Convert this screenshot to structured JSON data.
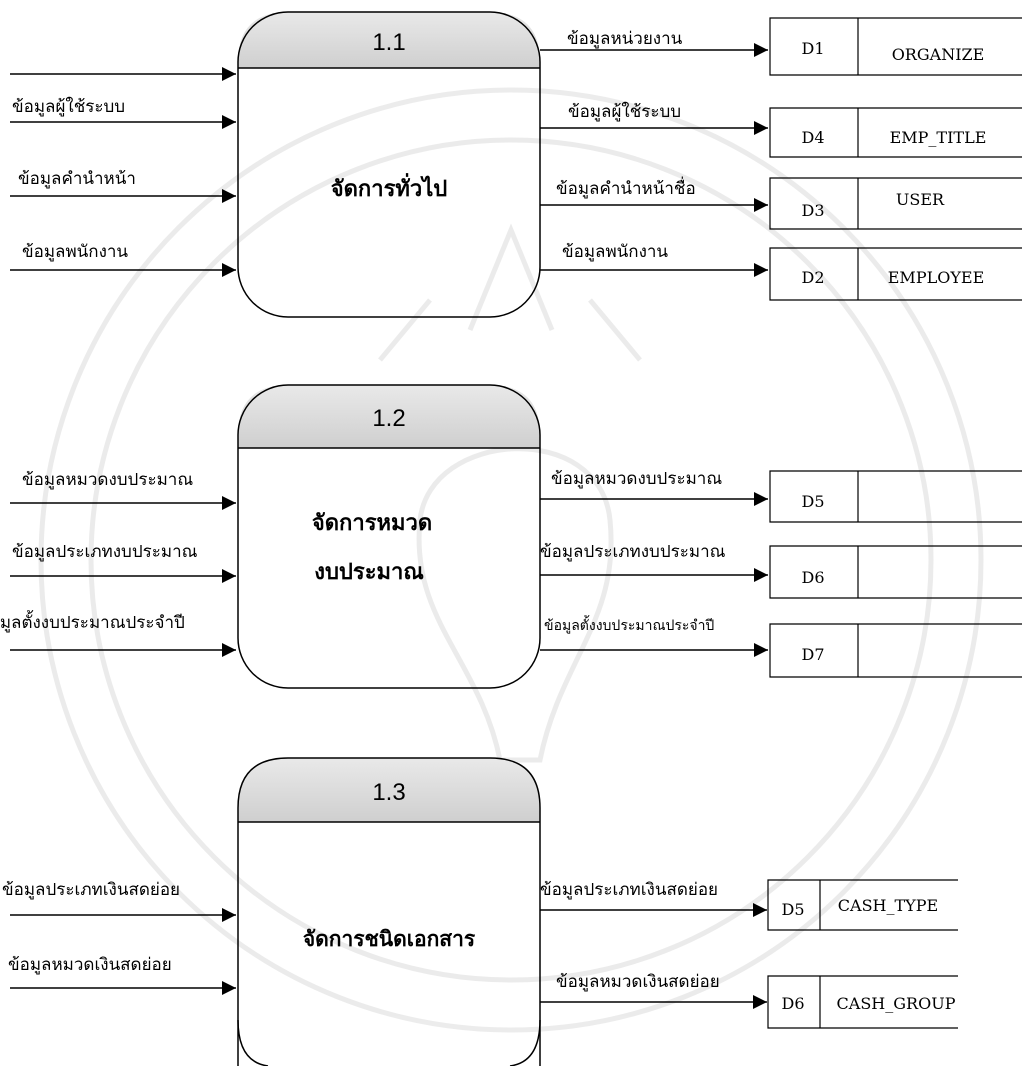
{
  "processes": [
    {
      "number": "1.1",
      "name_lines": [
        "จัดการทั่วไป"
      ],
      "inputs": [
        "",
        "ข้อมูลผู้ใช้ระบบ",
        "ข้อมูลคำนำหน้า",
        "ข้อมูลพนักงาน"
      ],
      "outputs": [
        "ข้อมูลหน่วยงาน",
        "ข้อมูลผู้ใช้ระบบ",
        "ข้อมูลคำนำหน้าชื่อ",
        "ข้อมูลพนักงาน"
      ],
      "stores": [
        {
          "id": "D1",
          "name": "ORGANIZE"
        },
        {
          "id": "D4",
          "name": "EMP_TITLE"
        },
        {
          "id": "D3",
          "name": "USER"
        },
        {
          "id": "D2",
          "name": "EMPLOYEE"
        }
      ]
    },
    {
      "number": "1.2",
      "name_lines": [
        "จัดการหมวด",
        "งบประมาณ"
      ],
      "inputs": [
        "ข้อมูลหมวดงบประมาณ",
        "ข้อมูลประเภทงบประมาณ",
        "ข้อมูลตั้งงบประมาณประจำปี"
      ],
      "outputs": [
        "ข้อมูลหมวดงบประมาณ",
        "ข้อมูลประเภทงบประมาณ",
        "ข้อมูลตั้งงบประมาณประจำปี"
      ],
      "stores": [
        {
          "id": "D5",
          "name": ""
        },
        {
          "id": "D6",
          "name": ""
        },
        {
          "id": "D7",
          "name": ""
        }
      ]
    },
    {
      "number": "1.3",
      "name_lines": [
        "จัดการชนิดเอกสาร"
      ],
      "inputs": [
        "ข้อมูลประเภทเงินสดย่อย",
        "ข้อมูลหมวดเงินสดย่อย"
      ],
      "outputs": [
        "ข้อมูลประเภทเงินสดย่อย",
        "ข้อมูลหมวดเงินสดย่อย"
      ],
      "stores": [
        {
          "id": "D5",
          "name": "CASH_TYPE"
        },
        {
          "id": "D6",
          "name": "CASH_GROUP"
        }
      ]
    }
  ]
}
